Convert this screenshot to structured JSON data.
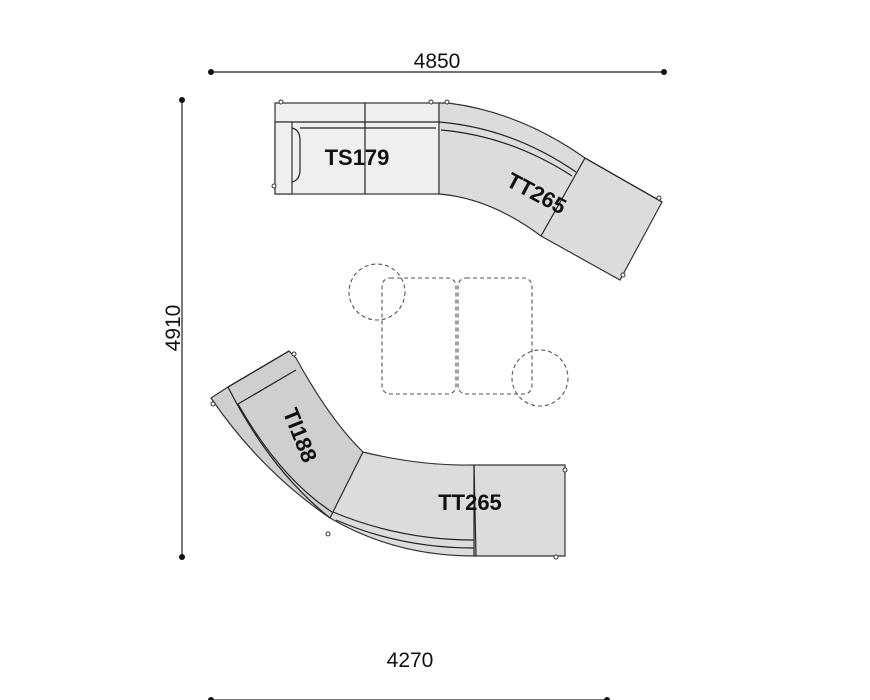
{
  "dimensions": {
    "top_width": "4850",
    "left_height": "4910",
    "bottom_width": "4270"
  },
  "modules": {
    "ts179": "TS179",
    "tt265_top": "TT265",
    "ti188": "TI188",
    "tt265_bottom": "TT265"
  }
}
